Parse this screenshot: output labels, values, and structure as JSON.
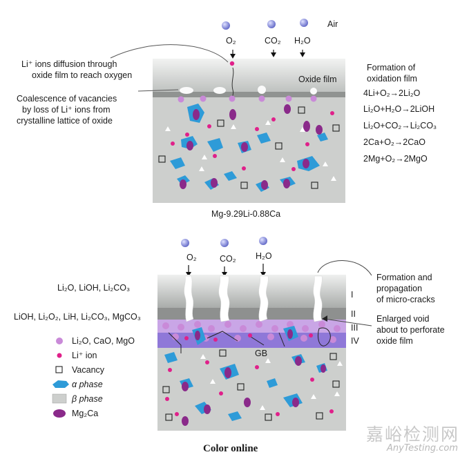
{
  "colors": {
    "oxide_film": "#d7d9d8",
    "substrate": "#cdcfcd",
    "alpha_phase": "#2e9bd8",
    "mg2ca": "#8a2a8a",
    "li_ion": "#e0208a",
    "li2o_particle": "#c98ad8",
    "layer_III": "#c9a6e6",
    "layer_IV": "#8f78d8",
    "gas_bubble": "#7f84d6"
  },
  "top": {
    "air_label": "Air",
    "gas_O2": "O₂",
    "gas_CO2": "CO₂",
    "gas_H2O": "H₂O",
    "diffusion_label_1": "Li⁺ ions diffusion through",
    "diffusion_label_2": "oxide film to reach oxygen",
    "oxide_film_label": "Oxide film",
    "vacancy_label_1": "Coalescence of vacancies",
    "vacancy_label_2": "by loss of Li⁺ ions from",
    "vacancy_label_3": "crystalline lattice of oxide",
    "formation_title_1": "Formation of",
    "formation_title_2": "oxidation film",
    "reactions": [
      "4Li+O₂→2Li₂O",
      "Li₂O+H₂O→2LiOH",
      "Li₂O+CO₂→Li₂CO₃",
      "2Ca+O₂→2CaO",
      "2Mg+O₂→2MgO"
    ],
    "alloy_label": "Mg-9.29Li-0.88Ca"
  },
  "bottom": {
    "gas_O2": "O₂",
    "gas_CO2": "CO₂",
    "gas_H2O": "H₂O",
    "layer_I_products": "Li₂O, LiOH, Li₂CO₃",
    "layer_II_products": "LiOH, Li₂O₂, LiH, Li₂CO₃, MgCO₃",
    "crack_label_1": "Formation and",
    "crack_label_2": "propagation",
    "crack_label_3": "of micro-cracks",
    "void_label_1": "Enlarged void",
    "void_label_2": "about to perforate",
    "void_label_3": "oxide film",
    "layer_I": "I",
    "layer_II": "II",
    "layer_III": "III",
    "layer_IV": "IV",
    "gb_label": "GB"
  },
  "legend": {
    "li2o": "Li₂O, CaO, MgO",
    "li_ion": "Li⁺ ion",
    "vacancy": "Vacancy",
    "alpha": "α phase",
    "beta": "β phase",
    "mg2ca": "Mg₂Ca"
  },
  "caption": "Color online",
  "watermark_cn": "嘉峪检测网",
  "watermark_en": "AnyTesting.com"
}
